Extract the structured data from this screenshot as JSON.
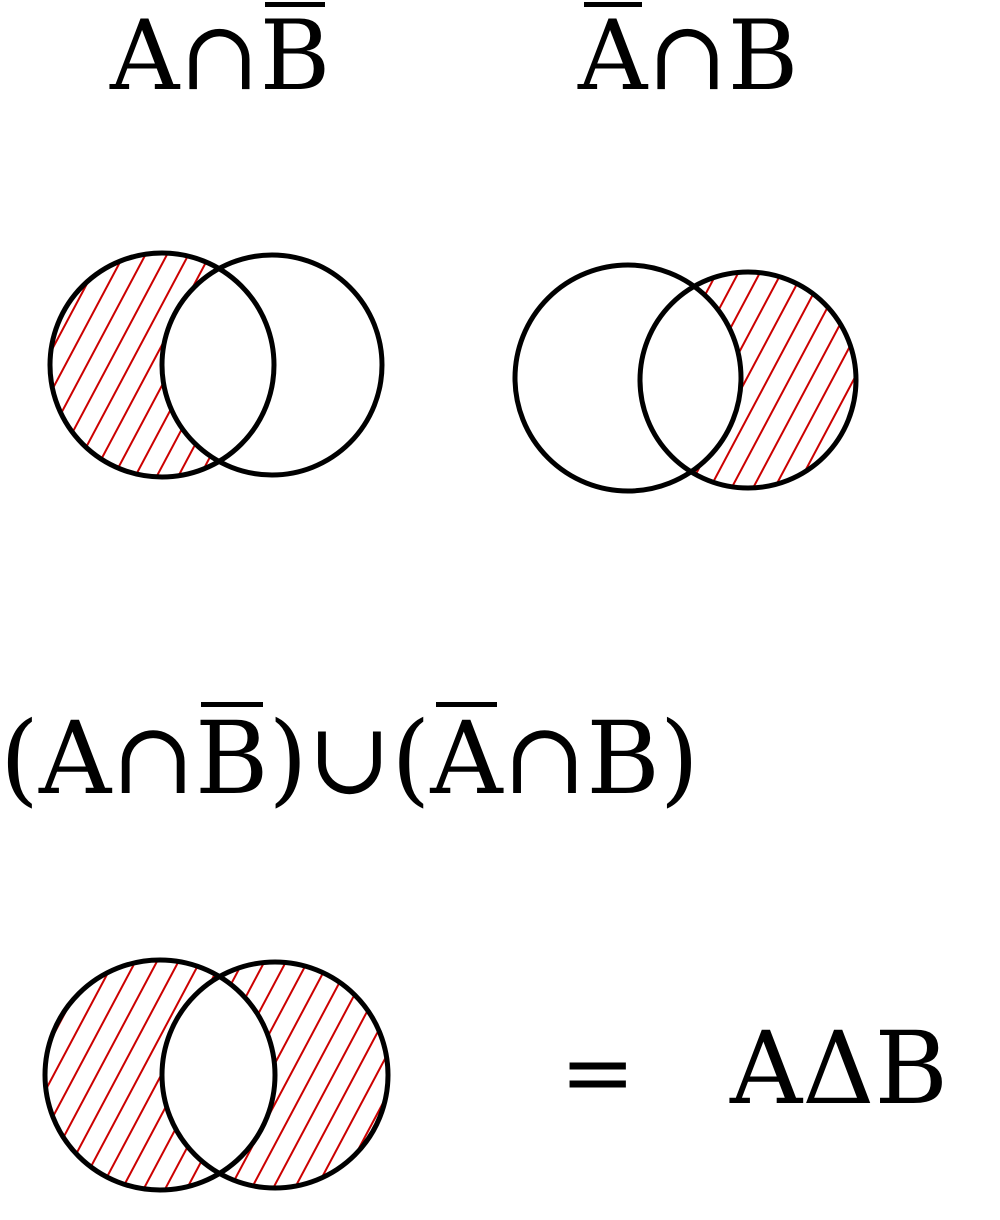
{
  "diagram1": {
    "label_parts": [
      "A",
      "∩",
      "B"
    ],
    "overlined_part": 2,
    "shaded_region": "A minus B"
  },
  "diagram2": {
    "label_parts": [
      "A",
      "∩",
      "B"
    ],
    "overlined_part": 0,
    "shaded_region": "B minus A"
  },
  "union_expression": {
    "parts": [
      "(",
      "A",
      "∩",
      "B",
      ")",
      "∪",
      "(",
      "A",
      "∩",
      "B",
      ")"
    ],
    "overlined_parts": [
      3,
      7
    ]
  },
  "diagram3": {
    "shaded_region": "symmetric difference",
    "equals_sign": "=",
    "result_parts": [
      "A",
      "Δ",
      "B"
    ]
  },
  "colors": {
    "ink": "#000000",
    "hatch": "#cc0000",
    "background": "#ffffff"
  }
}
